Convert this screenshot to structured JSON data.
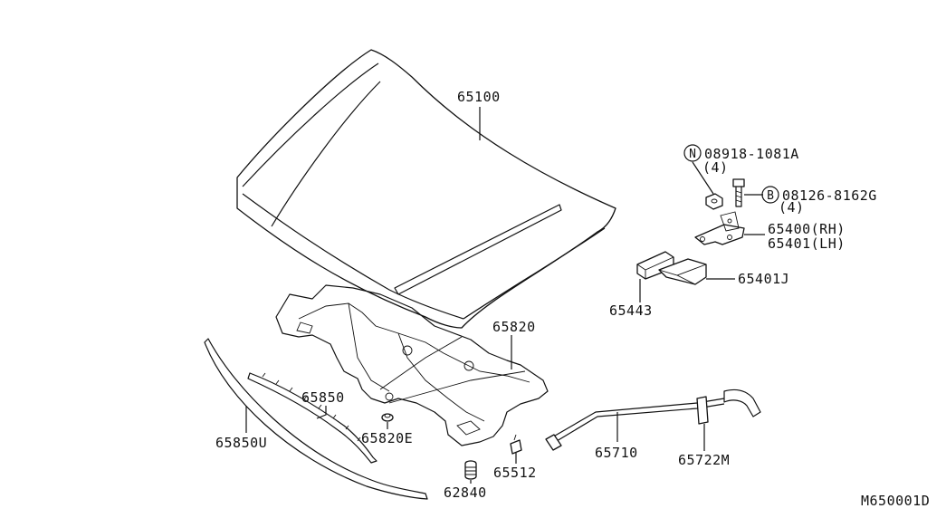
{
  "callouts": {
    "p65100": "65100",
    "p08918": "08918-1081A",
    "p08918_qty": "(4)",
    "p08126": "08126-8162G",
    "p08126_qty": "(4)",
    "p65400": "65400(RH)",
    "p65401": "65401(LH)",
    "p65401J": "65401J",
    "p65443": "65443",
    "p65820": "65820",
    "p65850": "65850",
    "p65850U": "65850U",
    "p65820E": "65820E",
    "p65512": "65512",
    "p62840": "62840",
    "p65710": "65710",
    "p65722M": "65722M"
  },
  "symbols": {
    "nut": "N",
    "bolt": "B"
  },
  "diagram_code": "M650001D"
}
